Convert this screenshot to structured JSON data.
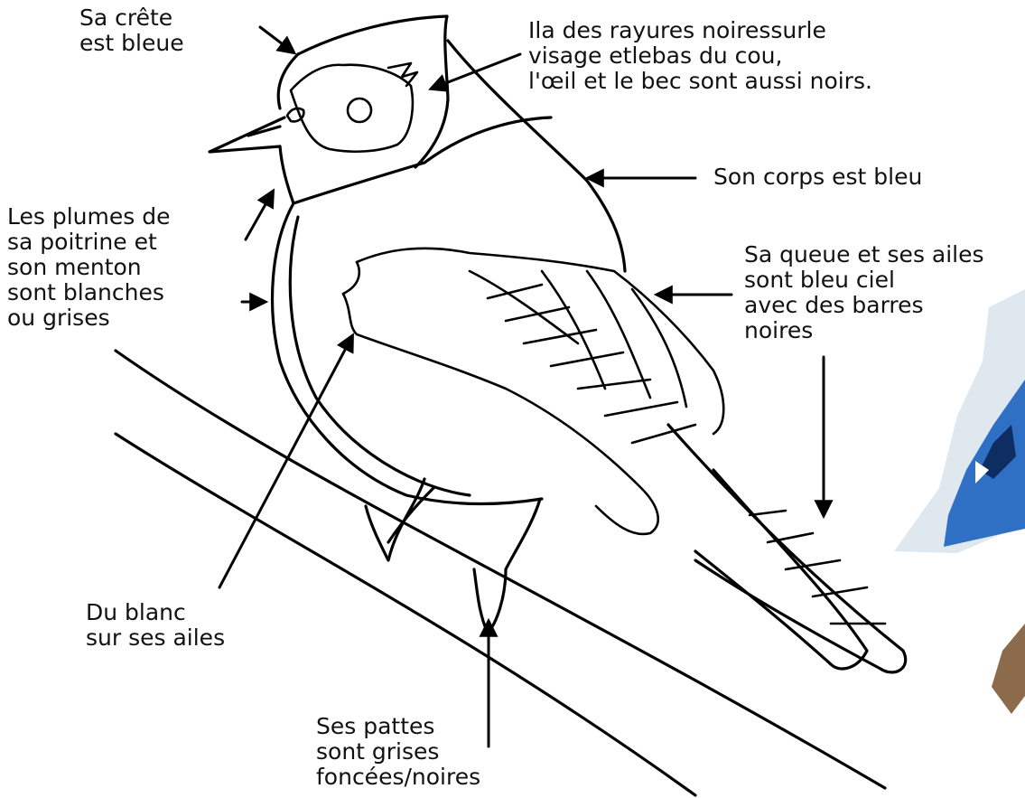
{
  "labels": {
    "crest": [
      "Sa crête",
      "est bleue"
    ],
    "face_stripes": [
      "Ila des rayures noiressurle",
      "visage etlebas du cou,",
      "l'œil et le bec sont aussi noirs."
    ],
    "body": [
      "Son corps est bleu"
    ],
    "chest": [
      "Les plumes de",
      "sa poitrine et",
      "son menton",
      "sont blanches",
      "ou grises"
    ],
    "tail_wings": [
      "Sa queue et ses ailes",
      "sont bleu ciel",
      "avec des barres",
      "noires"
    ],
    "white_wings": [
      "Du blanc",
      "sur ses ailes"
    ],
    "legs": [
      "Ses pattes",
      "sont grises",
      "foncées/noires"
    ]
  },
  "colors": {
    "line": "#000000",
    "background": "#ffffff",
    "photo_blue": "#2f6fc4",
    "photo_sky": "#dfe7ef"
  }
}
